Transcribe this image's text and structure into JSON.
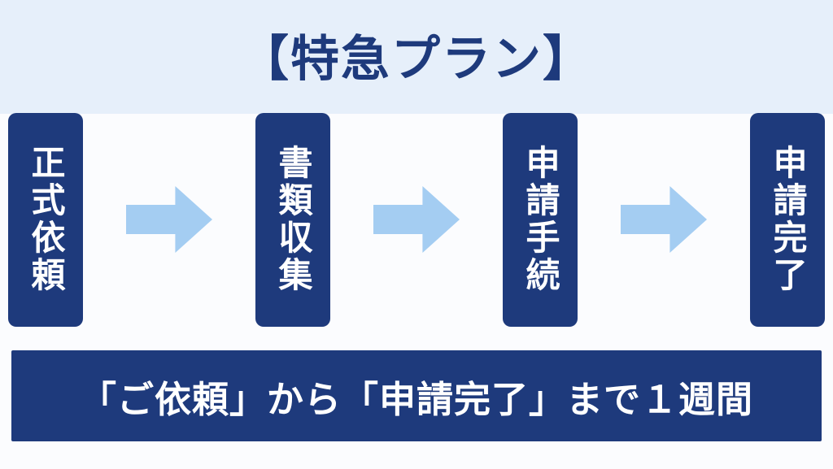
{
  "title": "【特急プラン】",
  "steps": [
    {
      "label": "正式依頼"
    },
    {
      "label": "書類収集"
    },
    {
      "label": "申請手続"
    },
    {
      "label": "申請完了"
    }
  ],
  "arrows": [
    {
      "icon": "right-block-arrow-icon"
    },
    {
      "icon": "right-block-arrow-icon"
    },
    {
      "icon": "right-block-arrow-icon"
    }
  ],
  "banner": {
    "text": "「ご依頼」から「申請完了」まで１週間"
  },
  "colors": {
    "navy": "#1e3a7c",
    "arrow_blue": "#a4cdf2",
    "top_band": "#e6effa",
    "background": "#fbfcfe",
    "text_on_navy": "#ffffff"
  }
}
